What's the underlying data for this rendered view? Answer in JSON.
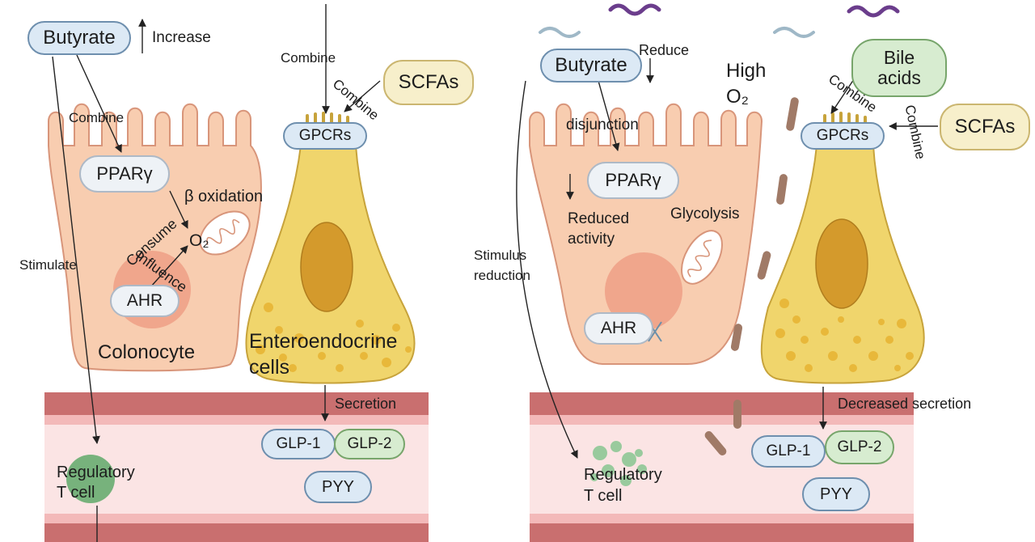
{
  "left_panel": {
    "butyrate": "Butyrate",
    "increase": "Increase",
    "combine_ppar": "Combine",
    "combine_gpcr": "Combine",
    "combine_scfa": "Combine",
    "scfas": "SCFAs",
    "gpcrs": "GPCRs",
    "ppar": "PPARγ",
    "beta_oxidation": "β  oxidation",
    "consume": "Consume",
    "o2": "O₂",
    "influence": "Influence",
    "stimulate": "Stimulate",
    "ahr": "AHR",
    "colonocyte": "Colonocyte",
    "enteroendocrine": [
      "Enteroendocrine",
      "cells"
    ],
    "secretion": "Secretion",
    "glp1": "GLP-1",
    "glp2": "GLP-2",
    "pyy": "PYY",
    "treg": [
      "Regulatory",
      "T cell"
    ]
  },
  "right_panel": {
    "butyrate": "Butyrate",
    "reduce": "Reduce",
    "high_o2": [
      "High",
      "O₂"
    ],
    "bile_acids": [
      "Bile",
      "acids"
    ],
    "combine_bile": "Combine",
    "combine_scfa": "Combine",
    "scfas": "SCFAs",
    "gpcrs": "GPCRs",
    "disjunction": "disjunction",
    "ppar": "PPARγ",
    "reduced_activity": [
      "Reduced",
      "activity"
    ],
    "glycolysis": "Glycolysis",
    "stimulus_reduction": [
      "Stimulus",
      "reduction"
    ],
    "ahr": "AHR",
    "decreased_secretion": "Decreased secretion",
    "glp1": "GLP-1",
    "glp2": "GLP-2",
    "pyy": "PYY",
    "treg": [
      "Regulatory",
      "T cell"
    ]
  },
  "colors": {
    "colonocyte_fill": "#f8cdb0",
    "colonocyte_stroke": "#d8957a",
    "eec_fill": "#f0d56c",
    "eec_stroke": "#c7a33b",
    "vessel_dark": "#c76b6b",
    "vessel_light": "#fbe4e4",
    "bacteria_purple": "#6b3d8c",
    "bacteria_brown": "#a07a67"
  },
  "icons": [
    "arrow-up-icon",
    "arrow-down-icon",
    "mitochondrion-icon",
    "bacterium-icon",
    "x-mark-icon",
    "nucleus-icon",
    "granule-icon"
  ]
}
